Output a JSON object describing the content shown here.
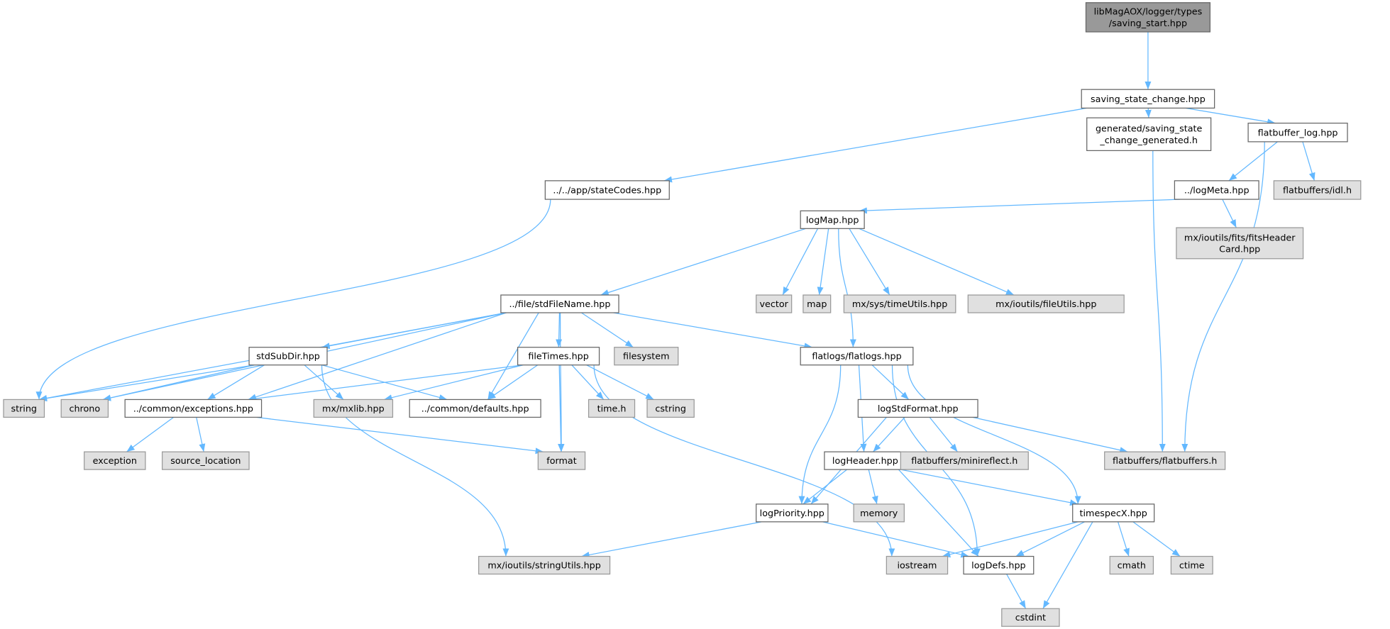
{
  "title": "libMagAOX/logger/types/saving_start.hpp include dependency graph",
  "colors": {
    "edge": "#63b8ff",
    "root_fill": "#999999",
    "root_stroke": "#666666",
    "local_fill": "#ffffff",
    "local_stroke": "#666666",
    "external_fill": "#e0e0e0",
    "external_stroke": "#999999"
  },
  "nodes": [
    {
      "id": "root",
      "lines": [
        "libMagAOX/logger/types",
        "/saving_start.hpp"
      ],
      "kind": "root"
    },
    {
      "id": "ssc",
      "lines": [
        "saving_state_change.hpp"
      ],
      "kind": "local"
    },
    {
      "id": "generated",
      "lines": [
        "generated/saving_state",
        "_change_generated.h"
      ],
      "kind": "local"
    },
    {
      "id": "fblog",
      "lines": [
        "flatbuffer_log.hpp"
      ],
      "kind": "local"
    },
    {
      "id": "stateCodes",
      "lines": [
        "../../app/stateCodes.hpp"
      ],
      "kind": "local"
    },
    {
      "id": "logMeta",
      "lines": [
        "../logMeta.hpp"
      ],
      "kind": "local"
    },
    {
      "id": "idl",
      "lines": [
        "flatbuffers/idl.h"
      ],
      "kind": "external"
    },
    {
      "id": "logMap",
      "lines": [
        "logMap.hpp"
      ],
      "kind": "local"
    },
    {
      "id": "fitsHeader",
      "lines": [
        "mx/ioutils/fits/fitsHeader",
        "Card.hpp"
      ],
      "kind": "external"
    },
    {
      "id": "stdFileName",
      "lines": [
        "../file/stdFileName.hpp"
      ],
      "kind": "local"
    },
    {
      "id": "vector",
      "lines": [
        "vector"
      ],
      "kind": "external"
    },
    {
      "id": "map",
      "lines": [
        "map"
      ],
      "kind": "external"
    },
    {
      "id": "timeUtils",
      "lines": [
        "mx/sys/timeUtils.hpp"
      ],
      "kind": "external"
    },
    {
      "id": "fileUtils",
      "lines": [
        "mx/ioutils/fileUtils.hpp"
      ],
      "kind": "external"
    },
    {
      "id": "stdSubDir",
      "lines": [
        "stdSubDir.hpp"
      ],
      "kind": "local"
    },
    {
      "id": "fileTimes",
      "lines": [
        "fileTimes.hpp"
      ],
      "kind": "local"
    },
    {
      "id": "filesystem",
      "lines": [
        "filesystem"
      ],
      "kind": "external"
    },
    {
      "id": "flatlogs",
      "lines": [
        "flatlogs/flatlogs.hpp"
      ],
      "kind": "local"
    },
    {
      "id": "string",
      "lines": [
        "string"
      ],
      "kind": "external"
    },
    {
      "id": "chrono",
      "lines": [
        "chrono"
      ],
      "kind": "external"
    },
    {
      "id": "exceptions",
      "lines": [
        "../common/exceptions.hpp"
      ],
      "kind": "local"
    },
    {
      "id": "mxlib",
      "lines": [
        "mx/mxlib.hpp"
      ],
      "kind": "external"
    },
    {
      "id": "defaults",
      "lines": [
        "../common/defaults.hpp"
      ],
      "kind": "local"
    },
    {
      "id": "timeh",
      "lines": [
        "time.h"
      ],
      "kind": "external"
    },
    {
      "id": "cstring",
      "lines": [
        "cstring"
      ],
      "kind": "external"
    },
    {
      "id": "logStdFormat",
      "lines": [
        "logStdFormat.hpp"
      ],
      "kind": "local"
    },
    {
      "id": "exception",
      "lines": [
        "exception"
      ],
      "kind": "external"
    },
    {
      "id": "source_location",
      "lines": [
        "source_location"
      ],
      "kind": "external"
    },
    {
      "id": "format",
      "lines": [
        "format"
      ],
      "kind": "external"
    },
    {
      "id": "logHeader",
      "lines": [
        "logHeader.hpp"
      ],
      "kind": "local"
    },
    {
      "id": "minireflect",
      "lines": [
        "flatbuffers/minireflect.h"
      ],
      "kind": "external"
    },
    {
      "id": "flatbuffers",
      "lines": [
        "flatbuffers/flatbuffers.h"
      ],
      "kind": "external"
    },
    {
      "id": "logPriority",
      "lines": [
        "logPriority.hpp"
      ],
      "kind": "local"
    },
    {
      "id": "memory",
      "lines": [
        "memory"
      ],
      "kind": "external"
    },
    {
      "id": "timespecX",
      "lines": [
        "timespecX.hpp"
      ],
      "kind": "local"
    },
    {
      "id": "stringUtils",
      "lines": [
        "mx/ioutils/stringUtils.hpp"
      ],
      "kind": "external"
    },
    {
      "id": "iostream",
      "lines": [
        "iostream"
      ],
      "kind": "external"
    },
    {
      "id": "logDefs",
      "lines": [
        "logDefs.hpp"
      ],
      "kind": "local"
    },
    {
      "id": "cmath",
      "lines": [
        "cmath"
      ],
      "kind": "external"
    },
    {
      "id": "ctime",
      "lines": [
        "ctime"
      ],
      "kind": "external"
    },
    {
      "id": "cstdint",
      "lines": [
        "cstdint"
      ],
      "kind": "external"
    }
  ],
  "edges": [
    [
      "root",
      "ssc"
    ],
    [
      "ssc",
      "stateCodes"
    ],
    [
      "ssc",
      "generated"
    ],
    [
      "ssc",
      "fblog"
    ],
    [
      "generated",
      "flatbuffers"
    ],
    [
      "fblog",
      "logMeta"
    ],
    [
      "fblog",
      "idl"
    ],
    [
      "fblog",
      "flatbuffers"
    ],
    [
      "stateCodes",
      "string"
    ],
    [
      "logMeta",
      "logMap"
    ],
    [
      "logMeta",
      "fitsHeader"
    ],
    [
      "logMap",
      "stdFileName"
    ],
    [
      "logMap",
      "flatlogs"
    ],
    [
      "logMap",
      "vector"
    ],
    [
      "logMap",
      "map"
    ],
    [
      "logMap",
      "timeUtils"
    ],
    [
      "logMap",
      "fileUtils"
    ],
    [
      "stdFileName",
      "string"
    ],
    [
      "stdFileName",
      "chrono"
    ],
    [
      "stdFileName",
      "exceptions"
    ],
    [
      "stdFileName",
      "stdSubDir"
    ],
    [
      "stdFileName",
      "defaults"
    ],
    [
      "stdFileName",
      "fileTimes"
    ],
    [
      "stdFileName",
      "filesystem"
    ],
    [
      "stdFileName",
      "format"
    ],
    [
      "stdFileName",
      "flatlogs"
    ],
    [
      "stdSubDir",
      "string"
    ],
    [
      "stdSubDir",
      "chrono"
    ],
    [
      "stdSubDir",
      "exceptions"
    ],
    [
      "stdSubDir",
      "mxlib"
    ],
    [
      "stdSubDir",
      "defaults"
    ],
    [
      "stdSubDir",
      "stringUtils"
    ],
    [
      "fileTimes",
      "exceptions"
    ],
    [
      "fileTimes",
      "mxlib"
    ],
    [
      "fileTimes",
      "defaults"
    ],
    [
      "fileTimes",
      "format"
    ],
    [
      "fileTimes",
      "timeh"
    ],
    [
      "fileTimes",
      "cstring"
    ],
    [
      "fileTimes",
      "iostream"
    ],
    [
      "exceptions",
      "exception"
    ],
    [
      "exceptions",
      "source_location"
    ],
    [
      "exceptions",
      "format"
    ],
    [
      "flatlogs",
      "logPriority"
    ],
    [
      "flatlogs",
      "logHeader"
    ],
    [
      "flatlogs",
      "logStdFormat"
    ],
    [
      "flatlogs",
      "logDefs"
    ],
    [
      "flatlogs",
      "timespecX"
    ],
    [
      "logStdFormat",
      "logHeader"
    ],
    [
      "logStdFormat",
      "logPriority"
    ],
    [
      "logStdFormat",
      "minireflect"
    ],
    [
      "logStdFormat",
      "flatbuffers"
    ],
    [
      "logHeader",
      "logPriority"
    ],
    [
      "logHeader",
      "memory"
    ],
    [
      "logHeader",
      "logDefs"
    ],
    [
      "logHeader",
      "timespecX"
    ],
    [
      "logPriority",
      "stringUtils"
    ],
    [
      "logPriority",
      "logDefs"
    ],
    [
      "timespecX",
      "iostream"
    ],
    [
      "timespecX",
      "logDefs"
    ],
    [
      "timespecX",
      "cstdint"
    ],
    [
      "timespecX",
      "cmath"
    ],
    [
      "timespecX",
      "ctime"
    ],
    [
      "logDefs",
      "cstdint"
    ]
  ]
}
